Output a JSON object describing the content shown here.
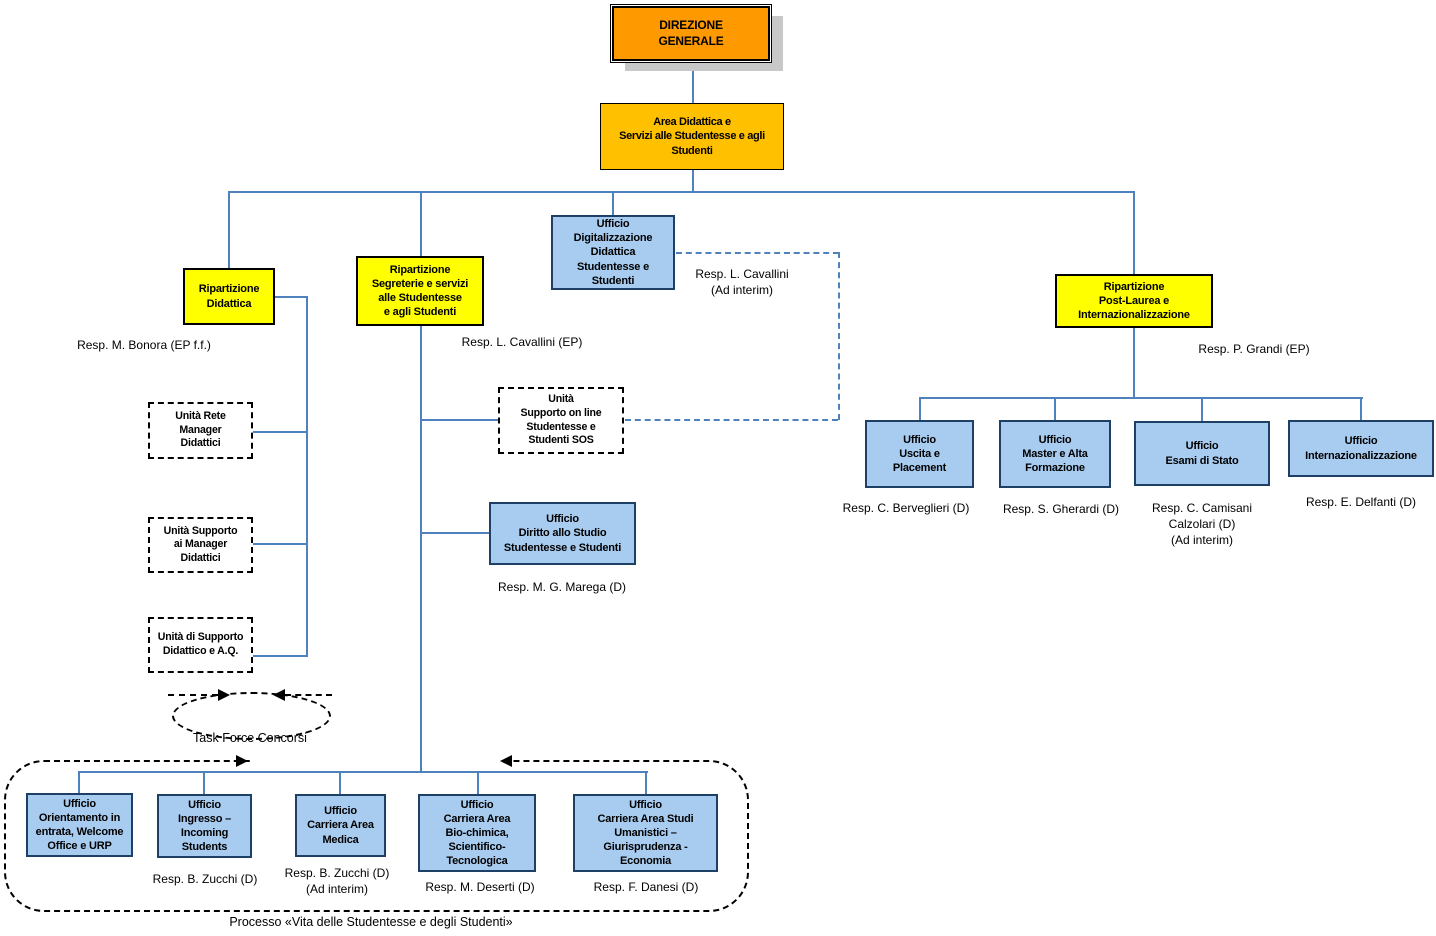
{
  "colors": {
    "orange": "#FF9900",
    "amber": "#FFC000",
    "yellow": "#FFFF00",
    "blue_fill": "#A8CCF0",
    "blue_border": "#1F4066",
    "connector": "#4F81BD",
    "shadow": "#C8C8C8"
  },
  "boxes": {
    "direzione": {
      "label": "DIREZIONE\nGENERALE"
    },
    "area": {
      "label": "Area Didattica e\nServizi alle Studentesse e agli\nStudenti"
    },
    "rip_didattica": {
      "label": "Ripartizione\nDidattica",
      "resp": "Resp. M. Bonora (EP f.f.)"
    },
    "rip_segreterie": {
      "label": "Ripartizione\nSegreterie e servizi\nalle Studentesse\ne agli Studenti",
      "resp": "Resp. L. Cavallini (EP)"
    },
    "uff_digitalizzazione": {
      "label": "Ufficio\nDigitalizzazione\nDidattica\nStudentesse e\nStudenti",
      "resp": "Resp. L. Cavallini\n(Ad interim)"
    },
    "rip_postlaurea": {
      "label": "Ripartizione\nPost-Laurea e\nInternazionalizzazione",
      "resp": "Resp. P. Grandi (EP)"
    },
    "unita_rete": {
      "label": "Unità Rete\nManager\nDidattici"
    },
    "unita_supporto_manager": {
      "label": "Unità Supporto\nai Manager\nDidattici"
    },
    "unita_supporto_didattico": {
      "label": "Unità di Supporto\nDidattico e A.Q."
    },
    "task_force": {
      "label": "Task Force Concorsi"
    },
    "unita_sos": {
      "label": "Unità\nSupporto on line\nStudentesse e\nStudenti SOS"
    },
    "uff_diritto": {
      "label": "Ufficio\nDiritto allo Studio\nStudentesse e Studenti",
      "resp": "Resp. M. G. Marega (D)"
    },
    "uff_uscita": {
      "label": "Ufficio\nUscita e\nPlacement",
      "resp": "Resp. C. Berveglieri (D)"
    },
    "uff_master": {
      "label": "Ufficio\nMaster e Alta\nFormazione",
      "resp": "Resp. S. Gherardi (D)"
    },
    "uff_esami": {
      "label": "Ufficio\nEsami di Stato",
      "resp": "Resp. C. Camisani\nCalzolari (D)\n(Ad interim)"
    },
    "uff_internazionalizzazione": {
      "label": "Ufficio\nInternazionalizzazione",
      "resp": "Resp. E. Delfanti (D)"
    },
    "uff_orientamento": {
      "label": "Ufficio\nOrientamento in\nentrata, Welcome\nOffice e URP"
    },
    "uff_ingresso": {
      "label": "Ufficio\nIngresso –\nIncoming\nStudents",
      "resp": "Resp. B. Zucchi (D)"
    },
    "uff_carriera_medica": {
      "label": "Ufficio\nCarriera Area\nMedica",
      "resp": "Resp. B. Zucchi (D)\n(Ad interim)"
    },
    "uff_carriera_bio": {
      "label": "Ufficio\nCarriera Area\nBio-chimica,\nScientifico-\nTecnologica",
      "resp": "Resp. M. Deserti (D)"
    },
    "uff_carriera_umanistici": {
      "label": "Ufficio\nCarriera Area Studi\nUmanistici –\nGiurisprudenza -\nEconomia",
      "resp": "Resp. F. Danesi (D)"
    }
  },
  "process_caption": "Processo «Vita delle Studentesse e degli Studenti»"
}
